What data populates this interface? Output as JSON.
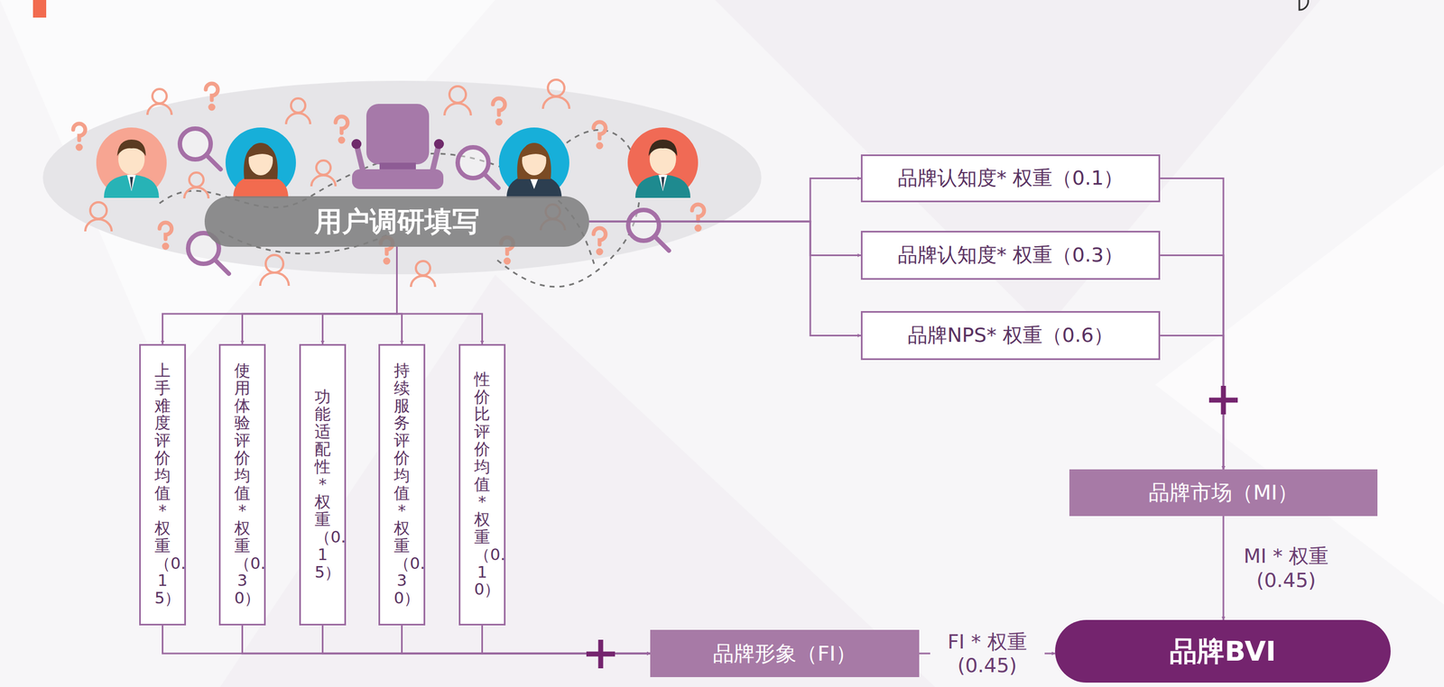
{
  "diagram": {
    "nodes": [
      {
        "text": [
          "用户调研填写"
        ]
      },
      {
        "text": [
          "品牌认知度* 权重（0.1）"
        ]
      },
      {
        "text": [
          "品牌认知度* 权重（0.3）"
        ]
      },
      {
        "text": [
          "品牌NPS* 权重（0.6）"
        ]
      },
      {
        "text": [
          "品牌市场（MI）"
        ]
      },
      {
        "text": [
          "上手难度评价均值*权重（0.15）"
        ]
      },
      {
        "text": [
          "使用体验评价均值*权重（0.30）"
        ]
      },
      {
        "text": [
          "功能适配性*权重（0.15）"
        ]
      },
      {
        "text": [
          "持续服务评价均值*权重（0.30）"
        ]
      },
      {
        "text": [
          "性价比评价均值*权重（0.10）"
        ]
      },
      {
        "text": [
          "品牌形象（FI）"
        ]
      },
      {
        "text": [
          "品牌BVI"
        ]
      }
    ],
    "edges": [
      {
        "from": 0,
        "to": 1,
        "arrow": "to"
      },
      {
        "from": 0,
        "to": 2,
        "arrow": "to"
      },
      {
        "from": 0,
        "to": 3,
        "arrow": "to"
      },
      {
        "from": 1,
        "to": 4,
        "arrow": "to"
      },
      {
        "from": 2,
        "to": 4,
        "arrow": "to"
      },
      {
        "from": 3,
        "to": 4,
        "arrow": "to"
      },
      {
        "from": 0,
        "to": 5,
        "arrow": "to"
      },
      {
        "from": 0,
        "to": 6,
        "arrow": "to"
      },
      {
        "from": 0,
        "to": 7,
        "arrow": "to"
      },
      {
        "from": 0,
        "to": 8,
        "arrow": "to"
      },
      {
        "from": 0,
        "to": 9,
        "arrow": "to"
      },
      {
        "from": 5,
        "to": 10,
        "arrow": "to"
      },
      {
        "from": 6,
        "to": 10,
        "arrow": "to"
      },
      {
        "from": 7,
        "to": 10,
        "arrow": "to"
      },
      {
        "from": 8,
        "to": 10,
        "arrow": "to"
      },
      {
        "from": 9,
        "to": 10,
        "arrow": "to"
      },
      {
        "from": 4,
        "to": 11,
        "label": "MI * 权重 (0.45)",
        "arrow": "to"
      },
      {
        "from": 10,
        "to": 11,
        "label": "FI * 权重 (0.45)",
        "arrow": "to"
      }
    ]
  }
}
